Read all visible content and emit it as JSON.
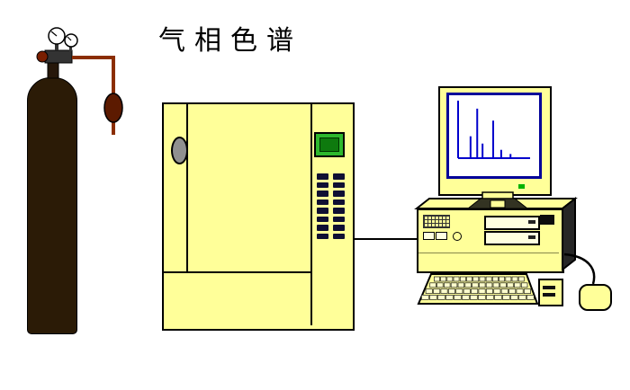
{
  "title": "气相色谱",
  "colors": {
    "background": "#FFFFFF",
    "device_yellow": "#FFFF99",
    "device_yellow_light": "#FFFFE0",
    "outline": "#000000",
    "cylinder_dark": "#2B1B06",
    "tube_red": "#8B2E00",
    "bulb_dark_red": "#5C1A00",
    "handle_gray": "#909090",
    "screen_green": "#2EB82E",
    "screen_green_dark": "#0E7A0E",
    "monitor_bezel_blue": "#000099",
    "chromatogram_blue": "#0000CC",
    "power_led_green": "#00B300"
  },
  "gc_panel": {
    "button_rows": 8,
    "button_cols": 2
  },
  "keyboard": {
    "key_rows": 4,
    "key_cols": 14
  },
  "chromatogram": {
    "type": "line",
    "axis_color": "#0000CC",
    "peaks": [
      {
        "x": 0.16,
        "height": 0.42
      },
      {
        "x": 0.26,
        "height": 0.95
      },
      {
        "x": 0.34,
        "height": 0.28
      },
      {
        "x": 0.5,
        "height": 0.72
      },
      {
        "x": 0.62,
        "height": 0.16
      },
      {
        "x": 0.76,
        "height": 0.08
      }
    ]
  }
}
